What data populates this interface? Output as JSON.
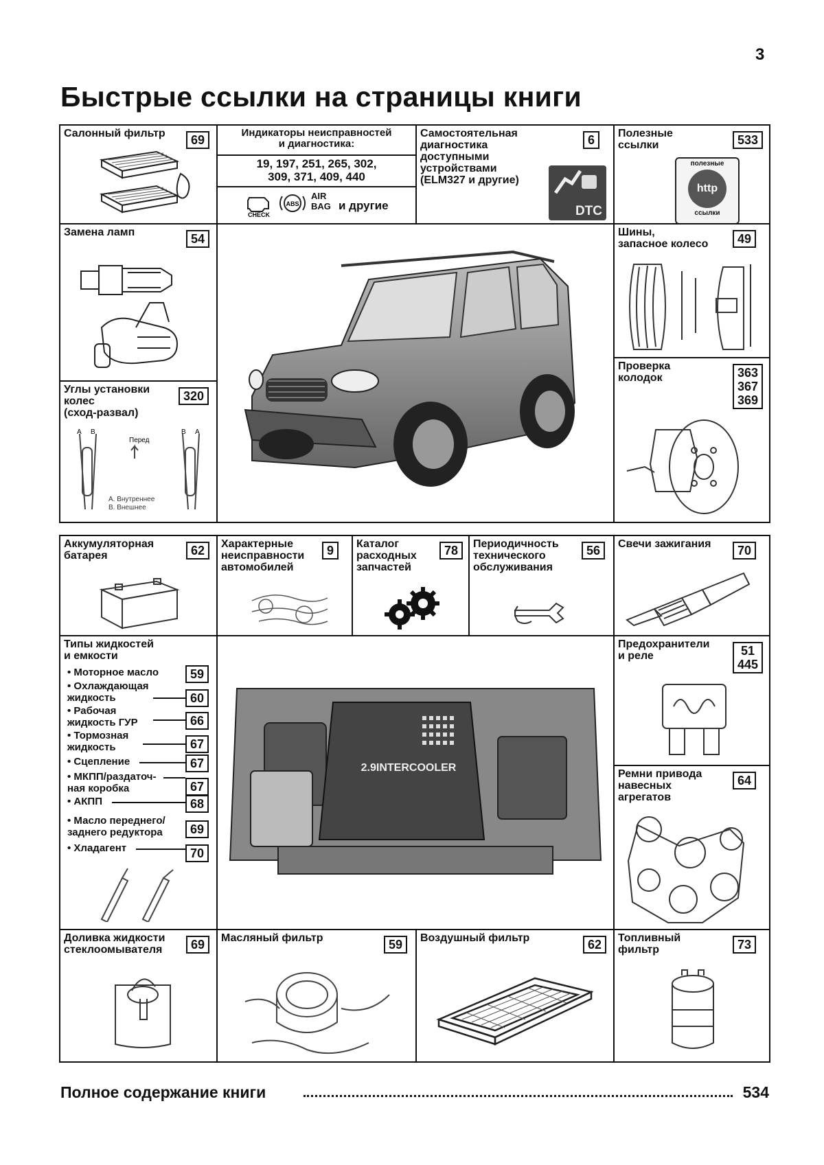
{
  "page_number": "3",
  "title": "Быстрые ссылки на страницы книги",
  "top_section": {
    "cabin_filter": {
      "label": "Салонный фильтр",
      "page": "69"
    },
    "fault_indicators": {
      "label": "Индикаторы неисправностей\nи диагностика:",
      "pages": "19, 197, 251, 265, 302,\n309, 371, 409, 440",
      "icon_check": "CHECK",
      "icon_abs": "ABS",
      "icon_airbag": "AIR\nBAG",
      "others": "и другие"
    },
    "self_diagnosis": {
      "label": "Самостоятельная\nдиагностика\nдоступными\nустройствами\n(ELM327 и другие)",
      "page": "6",
      "dtc_text": "DTC"
    },
    "useful_links": {
      "label": "Полезные\nссылки",
      "page": "533",
      "badge_top": "полезные",
      "badge_mid": "http",
      "badge_bottom": "ссылки"
    },
    "lamp_replacement": {
      "label": "Замена ламп",
      "page": "54"
    },
    "tires": {
      "label": "Шины,\nзапасное колесо",
      "page": "49"
    },
    "wheel_alignment": {
      "label": "Углы установки\nколес\n(сход-развал)",
      "page": "320",
      "diagram_front": "Перед",
      "diagram_legend": "А. Внутреннее\nВ. Внешнее",
      "letter_a": "A",
      "letter_b": "B"
    },
    "brake_pads": {
      "label": "Проверка\nколодок",
      "pages": "363\n367\n369"
    }
  },
  "bottom_section": {
    "battery": {
      "label": "Аккумуляторная\nбатарея",
      "page": "62"
    },
    "typical_faults": {
      "label": "Характерные\nнеисправности\nавтомобилей",
      "page": "9"
    },
    "parts_catalog": {
      "label": "Каталог\nрасходных\nзапчастей",
      "page": "78"
    },
    "maintenance": {
      "label": "Периодичность\nтехнического\nобслуживания",
      "page": "56"
    },
    "spark_plugs": {
      "label": "Свечи зажигания",
      "page": "70"
    },
    "fluids": {
      "label": "Типы жидкостей\nи емкости",
      "items": [
        {
          "label": "• Моторное масло",
          "page": "59"
        },
        {
          "label": "• Охлаждающая\n  жидкость",
          "page": "60"
        },
        {
          "label": "• Рабочая\n  жидкость ГУР",
          "page": "66"
        },
        {
          "label": "• Тормозная\n  жидкость",
          "page": "67"
        },
        {
          "label": "• Сцепление",
          "page": "67"
        },
        {
          "label": "• МКПП/раздаточ-\n  ная коробка",
          "page": "67"
        },
        {
          "label": "• АКПП",
          "page": "68"
        },
        {
          "label": "• Масло переднего/\n  заднего редуктора",
          "page": "69"
        },
        {
          "label": "• Хладагент",
          "page": "70"
        }
      ]
    },
    "engine_cover_text": "2.9INTERCOOLER",
    "fuses": {
      "label": "Предохранители\nи реле",
      "pages": "51\n445"
    },
    "belts": {
      "label": "Ремни привода\nнавесных\nагрегатов",
      "page": "64"
    },
    "washer_fluid": {
      "label": "Доливка жидкости\nстеклоомывателя",
      "page": "69"
    },
    "oil_filter": {
      "label": "Масляный фильтр",
      "page": "59"
    },
    "air_filter": {
      "label": "Воздушный фильтр",
      "page": "62"
    },
    "fuel_filter": {
      "label": "Топливный\nфильтр",
      "page": "73"
    }
  },
  "footer": {
    "label": "Полное содержание книги",
    "page": "534"
  }
}
